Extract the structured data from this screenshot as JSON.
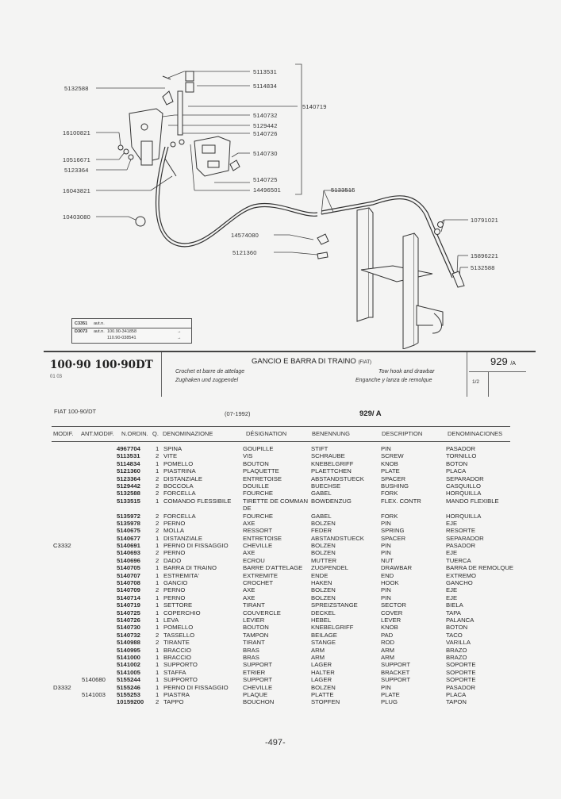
{
  "diagram": {
    "callouts_left": [
      "5132588",
      "16100821",
      "10516671",
      "5123364",
      "16043821",
      "10403080"
    ],
    "callouts_right": [
      "5113531",
      "5114834",
      "5140719",
      "5140732",
      "5129442",
      "5140726",
      "5140730",
      "5140725",
      "14496501",
      "5133515",
      "10791021",
      "14574080",
      "5121360",
      "15896221",
      "5132588"
    ]
  },
  "modification_box": {
    "rows": [
      {
        "code": "C3351",
        "note": "aut.n.",
        "ref": "",
        "arrow": ""
      },
      {
        "code": "D3073",
        "note": "aut.n.",
        "ref": "100.90-341858",
        "arrow": "→"
      },
      {
        "code": "",
        "note": "",
        "ref": "110.90-038541",
        "arrow": "→"
      }
    ]
  },
  "title_block": {
    "model": "100·90 100·90DT",
    "date_code": "01 03",
    "title": "GANCIO E BARRA DI TRAINO",
    "title_tag": "(FIAT)",
    "fr": "Crochet et barre de attelage",
    "de": "Zughaken und zugpendel",
    "en": "Tow hook and drawbar",
    "es": "Enganche y lanza de remolque",
    "page": "929",
    "page_suffix": "/A",
    "sheet": "1/2"
  },
  "table_header": {
    "model": "FIAT 100-90/DT",
    "date": "(07-1992)",
    "table_ref": "929/  A",
    "columns": [
      "MODIF.",
      "ANT.MODIF.",
      "N.ORDIN.",
      "Q.",
      "DENOMINAZIONE",
      "DÉSIGNATION",
      "BENENNUNG",
      "DESCRIPTION",
      "DENOMINACIONES"
    ]
  },
  "parts": [
    {
      "mod": "",
      "ant": "",
      "num": "4967704",
      "q": "1",
      "it": "SPINA",
      "fr": "GOUPILLE",
      "de": "STIFT",
      "en": "PIN",
      "es": "PASADOR"
    },
    {
      "mod": "",
      "ant": "",
      "num": "5113531",
      "q": "2",
      "it": "VITE",
      "fr": "VIS",
      "de": "SCHRAUBE",
      "en": "SCREW",
      "es": "TORNILLO"
    },
    {
      "mod": "",
      "ant": "",
      "num": "5114834",
      "q": "1",
      "it": "POMELLO",
      "fr": "BOUTON",
      "de": "KNEBELGRIFF",
      "en": "KNOB",
      "es": "BOTON"
    },
    {
      "mod": "",
      "ant": "",
      "num": "5121360",
      "q": "1",
      "it": "PIASTRINA",
      "fr": "PLAQUETTE",
      "de": "PLAETTCHEN",
      "en": "PLATE",
      "es": "PLACA"
    },
    {
      "mod": "",
      "ant": "",
      "num": "5123364",
      "q": "2",
      "it": "DISTANZIALE",
      "fr": "ENTRETOISE",
      "de": "ABSTANDSTUECK",
      "en": "SPACER",
      "es": "SEPARADOR"
    },
    {
      "mod": "",
      "ant": "",
      "num": "5129442",
      "q": "2",
      "it": "BOCCOLA",
      "fr": "DOUILLE",
      "de": "BUECHSE",
      "en": "BUSHING",
      "es": "CASQUILLO"
    },
    {
      "mod": "",
      "ant": "",
      "num": "5132588",
      "q": "2",
      "it": "FORCELLA",
      "fr": "FOURCHE",
      "de": "GABEL",
      "en": "FORK",
      "es": "HORQUILLA"
    },
    {
      "mod": "",
      "ant": "",
      "num": "5133515",
      "q": "1",
      "it": "COMANDO FLESSIBILE",
      "fr": "TIRETTE DE COMMAN",
      "de": "BOWDENZUG",
      "en": "FLEX. CONTR",
      "es": "MANDO FLEXIBLE"
    },
    {
      "mod": "",
      "ant": "",
      "num": "",
      "q": "",
      "it": "",
      "fr": "DE",
      "de": "",
      "en": "",
      "es": ""
    },
    {
      "mod": "",
      "ant": "",
      "num": "5135972",
      "q": "2",
      "it": "FORCELLA",
      "fr": "FOURCHE",
      "de": "GABEL",
      "en": "FORK",
      "es": "HORQUILLA"
    },
    {
      "mod": "",
      "ant": "",
      "num": "5135978",
      "q": "2",
      "it": "PERNO",
      "fr": "AXE",
      "de": "BOLZEN",
      "en": "PIN",
      "es": "EJE"
    },
    {
      "mod": "",
      "ant": "",
      "num": "5140675",
      "q": "2",
      "it": "MOLLA",
      "fr": "RESSORT",
      "de": "FEDER",
      "en": "SPRING",
      "es": "RESORTE"
    },
    {
      "mod": "",
      "ant": "",
      "num": "5140677",
      "q": "1",
      "it": "DISTANZIALE",
      "fr": "ENTRETOISE",
      "de": "ABSTANDSTUECK",
      "en": "SPACER",
      "es": "SEPARADOR"
    },
    {
      "mod": "C3332",
      "ant": "",
      "num": "5140691",
      "q": "1",
      "it": "PERNO DI FISSAGGIO",
      "fr": "CHEVILLE",
      "de": "BOLZEN",
      "en": "PIN",
      "es": "PASADOR"
    },
    {
      "mod": "",
      "ant": "",
      "num": "5140693",
      "q": "2",
      "it": "PERNO",
      "fr": "AXE",
      "de": "BOLZEN",
      "en": "PIN",
      "es": "EJE"
    },
    {
      "mod": "",
      "ant": "",
      "num": "5140696",
      "q": "2",
      "it": "DADO",
      "fr": "ECROU",
      "de": "MUTTER",
      "en": "NUT",
      "es": "TUERCA"
    },
    {
      "mod": "",
      "ant": "",
      "num": "5140705",
      "q": "1",
      "it": "BARRA DI TRAINO",
      "fr": "BARRE D'ATTELAGE",
      "de": "ZUGPENDEL",
      "en": "DRAWBAR",
      "es": "BARRA DE REMOLQUE"
    },
    {
      "mod": "",
      "ant": "",
      "num": "5140707",
      "q": "1",
      "it": "ESTREMITA'",
      "fr": "EXTREMITE",
      "de": "ENDE",
      "en": "END",
      "es": "EXTREMO"
    },
    {
      "mod": "",
      "ant": "",
      "num": "5140708",
      "q": "1",
      "it": "GANCIO",
      "fr": "CROCHET",
      "de": "HAKEN",
      "en": "HOOK",
      "es": "GANCHO"
    },
    {
      "mod": "",
      "ant": "",
      "num": "5140709",
      "q": "2",
      "it": "PERNO",
      "fr": "AXE",
      "de": "BOLZEN",
      "en": "PIN",
      "es": "EJE"
    },
    {
      "mod": "",
      "ant": "",
      "num": "5140714",
      "q": "1",
      "it": "PERNO",
      "fr": "AXE",
      "de": "BOLZEN",
      "en": "PIN",
      "es": "EJE"
    },
    {
      "mod": "",
      "ant": "",
      "num": "5140719",
      "q": "1",
      "it": "SETTORE",
      "fr": "TIRANT",
      "de": "SPREIZSTANGE",
      "en": "SECTOR",
      "es": "BIELA"
    },
    {
      "mod": "",
      "ant": "",
      "num": "5140725",
      "q": "1",
      "it": "COPERCHIO",
      "fr": "COUVERCLE",
      "de": "DECKEL",
      "en": "COVER",
      "es": "TAPA"
    },
    {
      "mod": "",
      "ant": "",
      "num": "5140726",
      "q": "1",
      "it": "LEVA",
      "fr": "LEVIER",
      "de": "HEBEL",
      "en": "LEVER",
      "es": "PALANCA"
    },
    {
      "mod": "",
      "ant": "",
      "num": "5140730",
      "q": "1",
      "it": "POMELLO",
      "fr": "BOUTON",
      "de": "KNEBELGRIFF",
      "en": "KNOB",
      "es": "BOTON"
    },
    {
      "mod": "",
      "ant": "",
      "num": "5140732",
      "q": "2",
      "it": "TASSELLO",
      "fr": "TAMPON",
      "de": "BEILAGE",
      "en": "PAD",
      "es": "TACO"
    },
    {
      "mod": "",
      "ant": "",
      "num": "5140988",
      "q": "2",
      "it": "TIRANTE",
      "fr": "TIRANT",
      "de": "STANGE",
      "en": "ROD",
      "es": "VARILLA"
    },
    {
      "mod": "",
      "ant": "",
      "num": "5140995",
      "q": "1",
      "it": "BRACCIO",
      "fr": "BRAS",
      "de": "ARM",
      "en": "ARM",
      "es": "BRAZO"
    },
    {
      "mod": "",
      "ant": "",
      "num": "5141000",
      "q": "1",
      "it": "BRACCIO",
      "fr": "BRAS",
      "de": "ARM",
      "en": "ARM",
      "es": "BRAZO"
    },
    {
      "mod": "",
      "ant": "",
      "num": "5141002",
      "q": "1",
      "it": "SUPPORTO",
      "fr": "SUPPORT",
      "de": "LAGER",
      "en": "SUPPORT",
      "es": "SOPORTE"
    },
    {
      "mod": "",
      "ant": "",
      "num": "5141005",
      "q": "1",
      "it": "STAFFA",
      "fr": "ETRIER",
      "de": "HALTER",
      "en": "BRACKET",
      "es": "SOPORTE"
    },
    {
      "mod": "",
      "ant": "5140680",
      "num": "5155244",
      "q": "1",
      "it": "SUPPORTO",
      "fr": "SUPPORT",
      "de": "LAGER",
      "en": "SUPPORT",
      "es": "SOPORTE"
    },
    {
      "mod": "D3332",
      "ant": "",
      "num": "5155246",
      "q": "1",
      "it": "PERNO DI FISSAGGIO",
      "fr": "CHEVILLE",
      "de": "BOLZEN",
      "en": "PIN",
      "es": "PASADOR"
    },
    {
      "mod": "",
      "ant": "5141003",
      "num": "5155253",
      "q": "1",
      "it": "PIASTRA",
      "fr": "PLAQUE",
      "de": "PLATTE",
      "en": "PLATE",
      "es": "PLACA"
    },
    {
      "mod": "",
      "ant": "",
      "num": "10159200",
      "q": "2",
      "it": "TAPPO",
      "fr": "BOUCHON",
      "de": "STOPFEN",
      "en": "PLUG",
      "es": "TAPON"
    }
  ],
  "page_number": "-497-"
}
